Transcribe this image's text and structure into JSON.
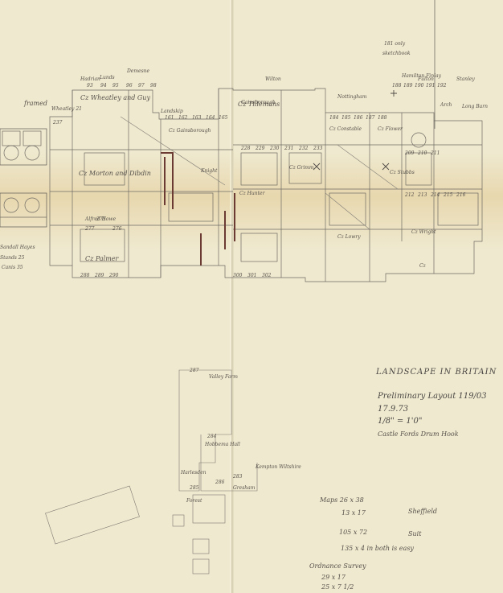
{
  "sheet": {
    "paper_color": "#efe9cf",
    "stain_color": "#e6d3a6",
    "pencil_color": "#6e6a63",
    "ink_color": "#6b3b33"
  },
  "title_block": {
    "title": "LANDSCAPE IN BRITAIN",
    "line1": "Preliminary Layout 119/03",
    "line2": "17.9.73",
    "line3": "1/8\" = 1'0\"",
    "line4": "Castle Fords Drum Hook"
  },
  "notes": {
    "maps_1": "Maps 26 x 38",
    "maps_1b": "Sheffield",
    "maps_2": "13 x 17",
    "maps_3": "105 x 72",
    "maps_3b": "Suit",
    "maps_4": "135 x 4 in both is easy",
    "survey_1": "Ordnance Survey",
    "survey_2": "29 x 17",
    "survey_3": "25 x 7 1/2"
  },
  "left_labels": {
    "framed": "framed",
    "stand_1": "Sandall Hayes",
    "stand_2": "Stands 25",
    "stand_3": "Canis 35"
  },
  "top_labels": {
    "room_a": "Wheatley 21",
    "room_b": "Hadrian",
    "room_c": "Lunds",
    "room_d": "Demesne",
    "room_e": "Landskip",
    "room_f": "Wilton",
    "room_g": "Gainsborough",
    "room_h": "Nottingham",
    "room_i": "Hamilton Finlay",
    "room_j": "Stanley",
    "room_k": "Long Barn",
    "note_top_1": "181 only",
    "note_top_2": "sketchbook",
    "fulton": "Fulton",
    "note_corner": "Arch"
  },
  "room_names": {
    "r1": "Cz Wheatley and Guy",
    "r2": "Cz Morton and Dibdin",
    "r3": "Cz Gainsborough",
    "r4": "Cz Tillemans",
    "r5": "Cz Constable",
    "r6": "Cz Grimm",
    "r7": "Cz Flower",
    "r8": "Cz Palmer",
    "r9": "Cz Hunter",
    "r10": "Cz Wright",
    "r11": "Cz Lowry",
    "r12": "Cz",
    "r13": "Alfred Howe",
    "r14": "Knight",
    "r15": "Cz Stubbs"
  },
  "numbers": {
    "n1": "237",
    "n2": "93",
    "n3": "94",
    "n4": "95",
    "n5": "96",
    "n6": "97",
    "n7": "98",
    "n8": "161",
    "n9": "162",
    "n10": "163",
    "n11": "164",
    "n12": "165",
    "n13": "184",
    "n14": "185",
    "n15": "186",
    "n16": "187",
    "n17": "188",
    "n18": "228",
    "n19": "229",
    "n20": "230",
    "n21": "231",
    "n22": "232",
    "n23": "233",
    "n24": "275",
    "n25": "276",
    "n26": "277",
    "n27": "288",
    "n28": "289",
    "n29": "290",
    "n30": "300",
    "n31": "301",
    "n32": "302",
    "n33": "209",
    "n34": "210",
    "n35": "211",
    "n36": "212",
    "n37": "213",
    "n38": "214",
    "n39": "215",
    "n40": "216",
    "n41": "188",
    "n42": "189",
    "n43": "190",
    "n44": "191",
    "n45": "192"
  },
  "lower_plan": {
    "room_a": "Valley Farm",
    "room_b": "Hobbema Hall",
    "room_c": "Harlesden",
    "room_d": "Kempton Wiltshire",
    "room_e": "Gresham",
    "room_f": "Forest",
    "n1": "287",
    "n2": "284",
    "n3": "285",
    "n4": "286",
    "n5": "283"
  }
}
